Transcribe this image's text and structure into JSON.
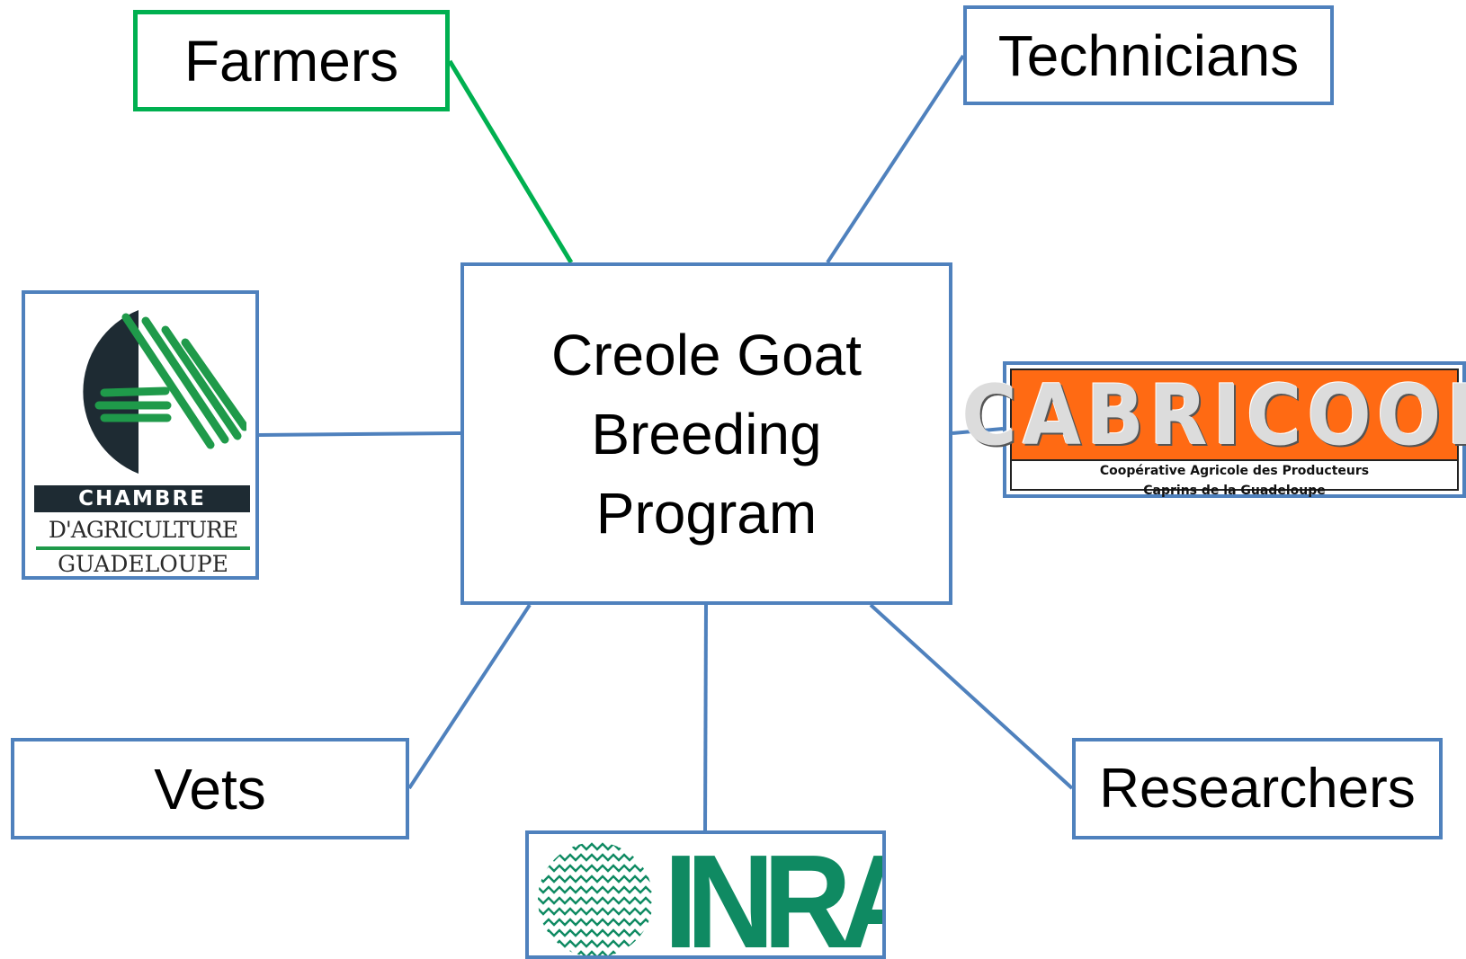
{
  "diagram": {
    "center_label_lines": [
      "Creole Goat",
      "Breeding",
      "Program"
    ],
    "nodes": {
      "farmers": "Farmers",
      "technicians": "Technicians",
      "vets": "Vets",
      "researchers": "Researchers"
    },
    "logos": {
      "chambre": {
        "line1": "CHAMBRE",
        "line2": "D'AGRICULTURE",
        "line3": "GUADELOUPE"
      },
      "cabricoop": {
        "name": "CABRICOOP",
        "sub1": "Coopérative  Agricole  des  Producteurs",
        "sub2": "Caprins  de  la  Guadeloupe"
      },
      "inra": {
        "name": "INRA"
      }
    },
    "colors": {
      "box_border": "#4f81bd",
      "highlight_border": "#00b050",
      "cabricoop_orange": "#ff6a13",
      "inra_green": "#0f8a62",
      "chambre_green": "#1f9a4a",
      "chambre_dark": "#1e2b33"
    }
  }
}
